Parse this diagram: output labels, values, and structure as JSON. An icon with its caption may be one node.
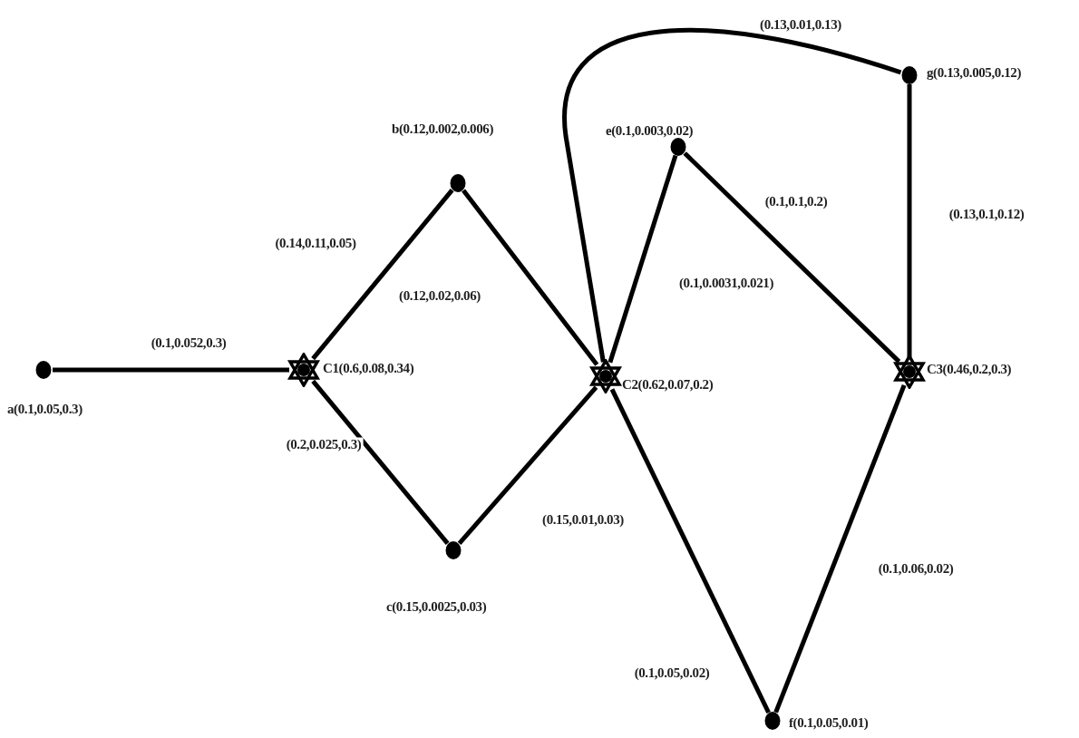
{
  "diagram": {
    "nodes": [
      {
        "text": [],
        "shape": "circle",
        "beside": [
          "a(0.1,0.05,0.3)"
        ]
      },
      {
        "text": [],
        "shape": "star",
        "beside": [
          "C1(0.6,0.08,0.34)"
        ]
      },
      {
        "text": [],
        "shape": "circle",
        "beside": [
          "b(0.12,0.002,0.006)"
        ]
      },
      {
        "text": [],
        "shape": "circle",
        "beside": [
          "c(0.15,0.0025,0.03)"
        ]
      },
      {
        "text": [],
        "shape": "star",
        "beside": [
          "C2(0.62,0.07,0.2)"
        ]
      },
      {
        "text": [],
        "shape": "circle",
        "beside": [
          "e(0.1,0.003,0.02)"
        ]
      },
      {
        "text": [],
        "shape": "circle",
        "beside": [
          "g(0.13,0.005,0.12)"
        ]
      },
      {
        "text": [],
        "shape": "star",
        "beside": [
          "C3(0.46,0.2,0.3)"
        ]
      },
      {
        "text": [],
        "shape": "circle",
        "beside": [
          "f(0.1,0.05,0.01)"
        ]
      }
    ],
    "edges": [
      {
        "from": 0,
        "to": 1,
        "arrow": "none",
        "label": "(0.1,0.052,0.3)"
      },
      {
        "from": 1,
        "to": 2,
        "arrow": "none",
        "label": "(0.14,0.11,0.05)"
      },
      {
        "from": 2,
        "to": 4,
        "arrow": "none",
        "label": "(0.12,0.02,0.06)"
      },
      {
        "from": 1,
        "to": 3,
        "arrow": "none",
        "label": "(0.2,0.025,0.3)"
      },
      {
        "from": 3,
        "to": 4,
        "arrow": "none",
        "label": "(0.15,0.01,0.03)"
      },
      {
        "from": 4,
        "to": 5,
        "arrow": "none",
        "label": "(0.1,0.0031,0.021)"
      },
      {
        "from": 5,
        "to": 7,
        "arrow": "none",
        "label": "(0.1,0.1,0.2)"
      },
      {
        "from": 6,
        "to": 4,
        "arrow": "none",
        "label": "(0.13,0.01,0.13)"
      },
      {
        "from": 6,
        "to": 7,
        "arrow": "none",
        "label": "(0.13,0.1,0.12)"
      },
      {
        "from": 4,
        "to": 8,
        "arrow": "none",
        "label": "(0.1,0.05,0.02)"
      },
      {
        "from": 8,
        "to": 7,
        "arrow": "none",
        "label": "(0.1,0.06,0.02)"
      }
    ]
  }
}
